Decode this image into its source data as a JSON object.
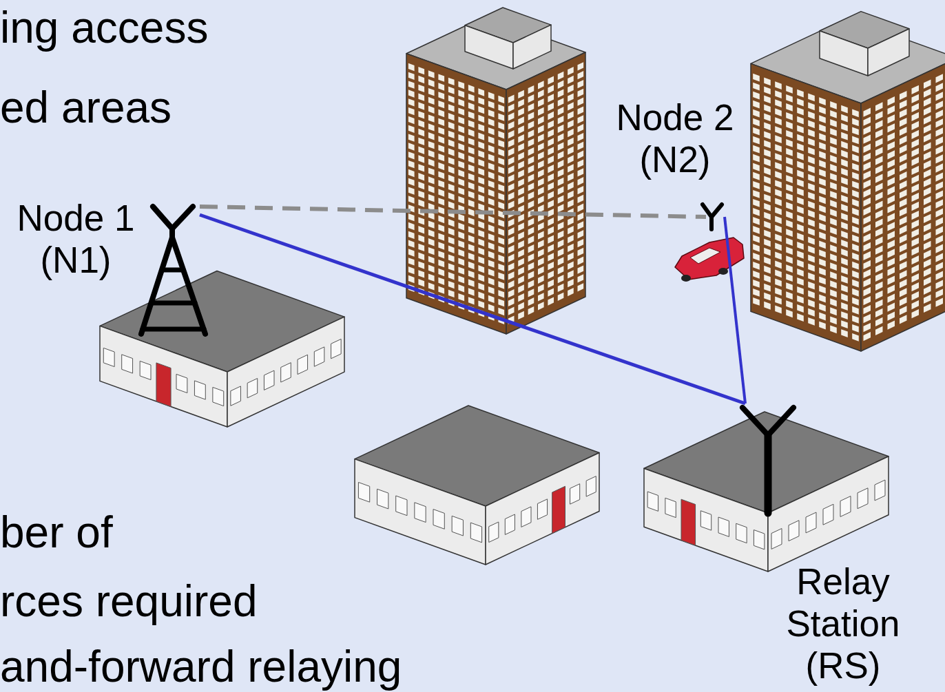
{
  "diagram": {
    "nodes": [
      {
        "text": [
          "Node 1 (N1)"
        ]
      },
      {
        "text": [
          "Node 2 (N2)"
        ]
      },
      {
        "text": [
          "Relay Station (RS)"
        ]
      }
    ],
    "edges": [
      {
        "from": 0,
        "to": 2,
        "arrow": "none"
      },
      {
        "from": 1,
        "to": 2,
        "arrow": "none"
      },
      {
        "from": 0,
        "to": 1,
        "arrow": "none"
      }
    ],
    "labels": [
      "ing access",
      "ed areas",
      "ber of",
      "rces required",
      "and-forward relaying"
    ]
  }
}
